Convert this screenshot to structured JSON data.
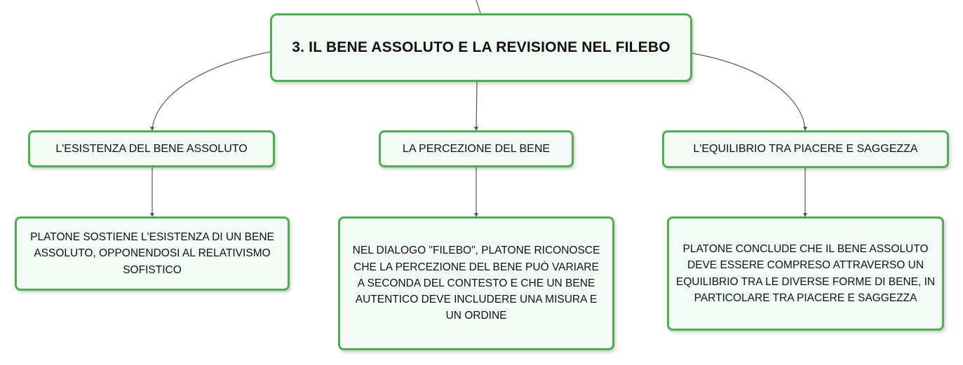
{
  "root": {
    "title": "3. IL BENE ASSOLUTO E LA REVISIONE NEL FILEBO"
  },
  "branches": [
    {
      "label": "L'ESISTENZA DEL BENE ASSOLUTO",
      "detail": "PLATONE SOSTIENE L'ESISTENZA DI UN BENE ASSOLUTO, OPPONENDOSI AL RELATIVISMO SOFISTICO"
    },
    {
      "label": "LA PERCEZIONE DEL BENE",
      "detail": "NEL DIALOGO \"FILEBO\", PLATONE RICONOSCE CHE LA PERCEZIONE DEL BENE PUÒ VARIARE A SECONDA DEL CONTESTO E CHE UN BENE AUTENTICO DEVE INCLUDERE UNA MISURA E UN ORDINE"
    },
    {
      "label": "L'EQUILIBRIO TRA PIACERE E SAGGEZZA",
      "detail": "PLATONE CONCLUDE CHE IL BENE ASSOLUTO DEVE ESSERE COMPRESO ATTRAVERSO UN EQUILIBRIO TRA LE DIVERSE FORME DI BENE, IN PARTICOLARE TRA PIACERE E SAGGEZZA"
    }
  ],
  "colors": {
    "border": "#4caf50",
    "fill": "#f4faf5",
    "connector": "#555555"
  }
}
